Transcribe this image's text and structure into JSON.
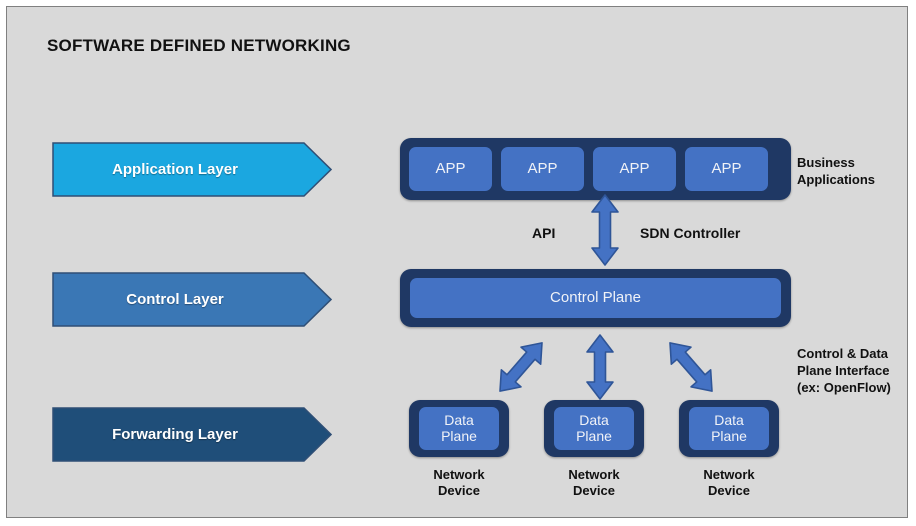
{
  "diagram": {
    "title": "SOFTWARE DEFINED NETWORKING",
    "canvas_color": "#d9d9d9",
    "border_color": "#808080"
  },
  "layers": [
    {
      "label": "Application Layer",
      "color": "#1ba7e0",
      "border": "#2f4f76"
    },
    {
      "label": "Control Layer",
      "color": "#3a77b5",
      "border": "#2f4f76"
    },
    {
      "label": "Forwarding Layer",
      "color": "#1f4e79",
      "border": "#2f4f76"
    }
  ],
  "application_row": {
    "container_color": "#1f3864",
    "box_color": "#4472c4",
    "boxes": [
      {
        "label": "APP"
      },
      {
        "label": "APP"
      },
      {
        "label": "APP"
      },
      {
        "label": "APP"
      }
    ],
    "side_label": "Business\nApplications",
    "side_label_lines": [
      "Business",
      "Applications"
    ]
  },
  "control_row": {
    "container_color": "#1f3864",
    "box_color": "#4472c4",
    "box_label": "Control Plane"
  },
  "forwarding_row": {
    "container_color": "#1f3864",
    "box_color": "#4472c4",
    "nodes": [
      {
        "box_lines": [
          "Data",
          "Plane"
        ],
        "device_lines": [
          "Network",
          "Device"
        ]
      },
      {
        "box_lines": [
          "Data",
          "Plane"
        ],
        "device_lines": [
          "Network",
          "Device"
        ]
      },
      {
        "box_lines": [
          "Data",
          "Plane"
        ],
        "device_lines": [
          "Network",
          "Device"
        ]
      }
    ],
    "side_label_lines": [
      "Control & Data",
      "Plane Interface",
      "(ex: OpenFlow)"
    ]
  },
  "annotations": {
    "api": "API",
    "sdn_controller": "SDN Controller"
  },
  "arrows": {
    "fill": "#4472c4",
    "stroke": "#2f5597",
    "api_arrow": "double-headed-vertical",
    "left_arrow": "double-headed-diagonal-up-right",
    "center_arrow": "double-headed-vertical",
    "right_arrow": "double-headed-diagonal-up-left"
  }
}
